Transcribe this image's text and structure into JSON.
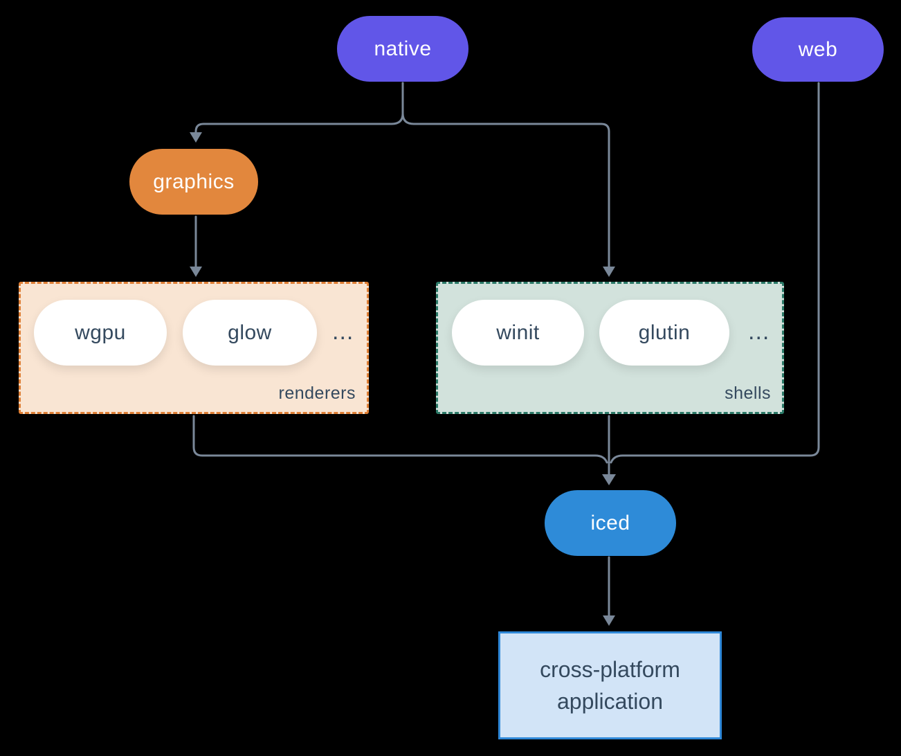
{
  "palette": {
    "background": "#000000",
    "connector": "#7A8899",
    "purple": "#6156E8",
    "orange": "#E2873D",
    "blue": "#2E8BD8",
    "white_pill": "#FFFFFF",
    "dark_text": "#34495E",
    "renderers_fill": "#F9E5D3",
    "renderers_border": "#DF7F35",
    "shells_fill": "#D2E2DC",
    "shells_border": "#2B7A68",
    "app_fill": "#D2E4F7",
    "app_border": "#2F88D8"
  },
  "nodes": {
    "native": {
      "label": "native"
    },
    "web": {
      "label": "web"
    },
    "graphics": {
      "label": "graphics"
    },
    "wgpu": {
      "label": "wgpu"
    },
    "glow": {
      "label": "glow"
    },
    "winit": {
      "label": "winit"
    },
    "glutin": {
      "label": "glutin"
    },
    "iced": {
      "label": "iced"
    },
    "app": {
      "label": "cross-platform application"
    }
  },
  "groups": {
    "renderers": {
      "label": "renderers",
      "ellipsis": "..."
    },
    "shells": {
      "label": "shells",
      "ellipsis": "..."
    }
  },
  "edges": [
    {
      "from": "native",
      "to": "graphics"
    },
    {
      "from": "native",
      "to": "shells"
    },
    {
      "from": "graphics",
      "to": "renderers"
    },
    {
      "from": "renderers",
      "to": "iced"
    },
    {
      "from": "shells",
      "to": "iced"
    },
    {
      "from": "web",
      "to": "iced"
    },
    {
      "from": "iced",
      "to": "app"
    }
  ]
}
